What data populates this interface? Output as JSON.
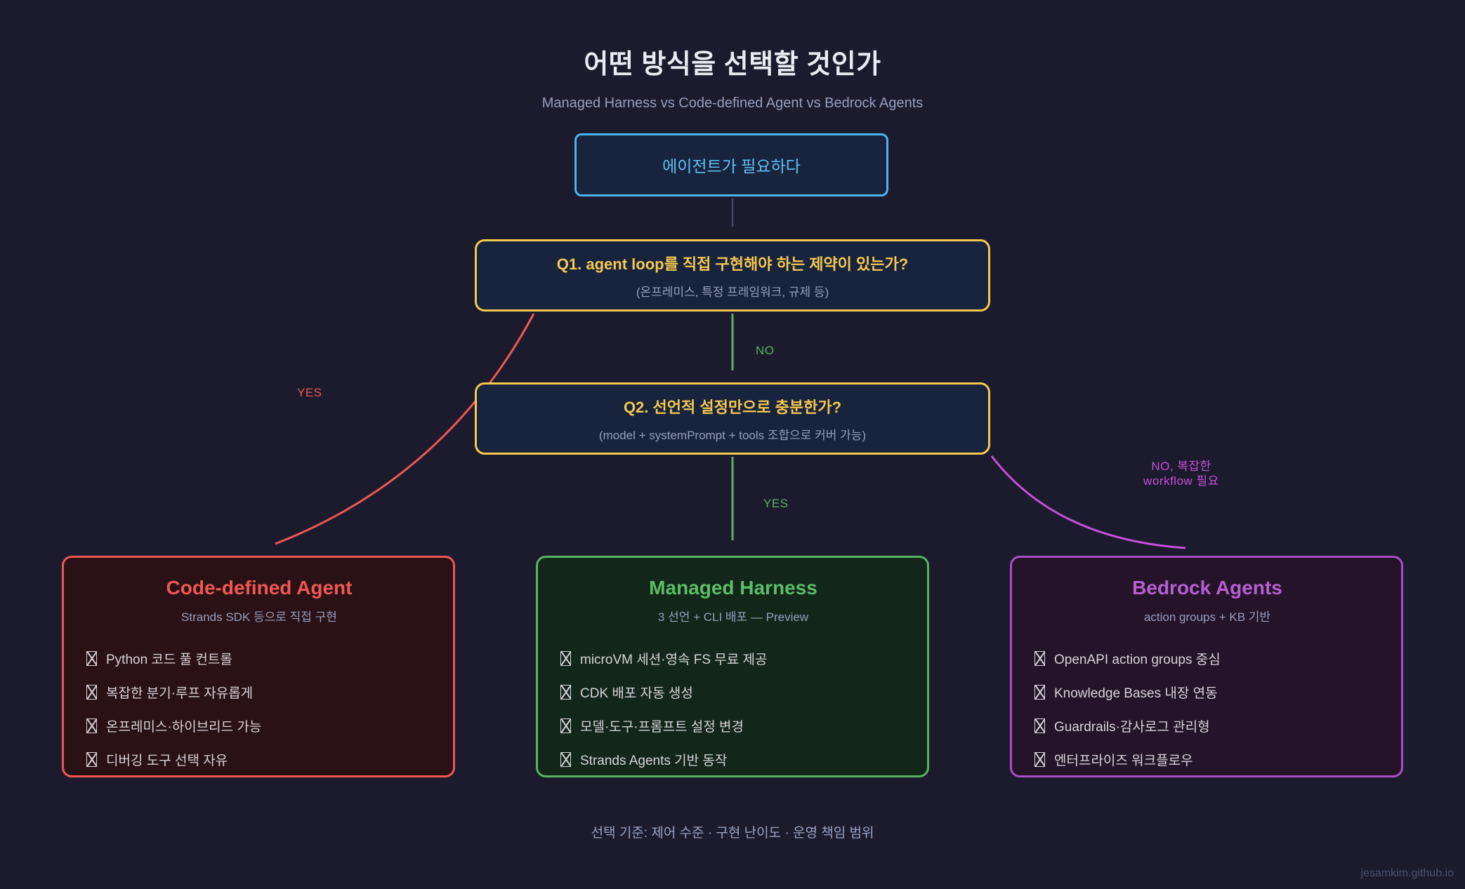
{
  "page": {
    "title": "어떤 방식을 선택할 것인가",
    "subtitle": "Managed Harness vs Code-defined Agent vs Bedrock Agents",
    "footer": "선택 기준: 제어 수준 · 구현 난이도 · 운영 책임 범위",
    "credit": "jesamkim.github.io"
  },
  "flow": {
    "start": {
      "label": "에이전트가 필요하다"
    },
    "q1": {
      "title": "Q1. agent loop를 직접 구현해야 하는 제약이 있는가?",
      "subtitle": "(온프레미스, 특정 프레임워크, 규제 등)"
    },
    "q2": {
      "title": "Q2. 선언적 설정만으로 충분한가?",
      "subtitle": "(model + systemPrompt + tools 조합으로 커버 가능)"
    },
    "labels": {
      "q1_yes": "YES",
      "q1_no": "NO",
      "q2_yes": "YES",
      "q2_no_line1": "NO, 복잡한",
      "q2_no_line2": "workflow 필요"
    }
  },
  "cards": [
    {
      "title": "Code-defined Agent",
      "subtitle": "Strands SDK 등으로 직접 구현",
      "items": [
        "Python 코드 풀 컨트롤",
        "복잡한 분기·루프 자유롭게",
        "온프레미스·하이브리드 가능",
        "디버깅 도구 선택 자유"
      ]
    },
    {
      "title": "Managed Harness",
      "subtitle": "3 선언 + CLI 배포 — Preview",
      "items": [
        "microVM 세션·영속 FS 무료 제공",
        "CDK 배포 자동 생성",
        "모델·도구·프롬프트 설정 변경",
        "Strands Agents 기반 동작"
      ]
    },
    {
      "title": "Bedrock Agents",
      "subtitle": "action groups + KB 기반",
      "items": [
        "OpenAPI action groups 중심",
        "Knowledge Bases 내장 연동",
        "Guardrails·감사로그 관리형",
        "엔터프라이즈 워크플로우"
      ]
    }
  ],
  "icons": {
    "item_bullet": "☒ tofu-missing-glyph-box"
  },
  "colors": {
    "bg": "#1b1b2d",
    "node_fill": "#18233e",
    "blue": "#4ab5f0",
    "blue_text": "#5fc3f5",
    "yellow": "#f5c84e",
    "slate": "#3e4a6e",
    "green": "#58b262",
    "green_title": "#5cbd66",
    "red": "#ef5752",
    "purple": "#a94ec4",
    "purple_text": "#b75fd2",
    "magenta": "#c74fdb",
    "muted": "#969fbe",
    "item_text": "#d7d3da",
    "title_text": "#ecebf4",
    "footer_text": "#9aa3c3",
    "credit_text": "#4b5170",
    "red_fill": "#2a1116",
    "green_fill": "#12271a",
    "purple_fill": "#251329"
  }
}
